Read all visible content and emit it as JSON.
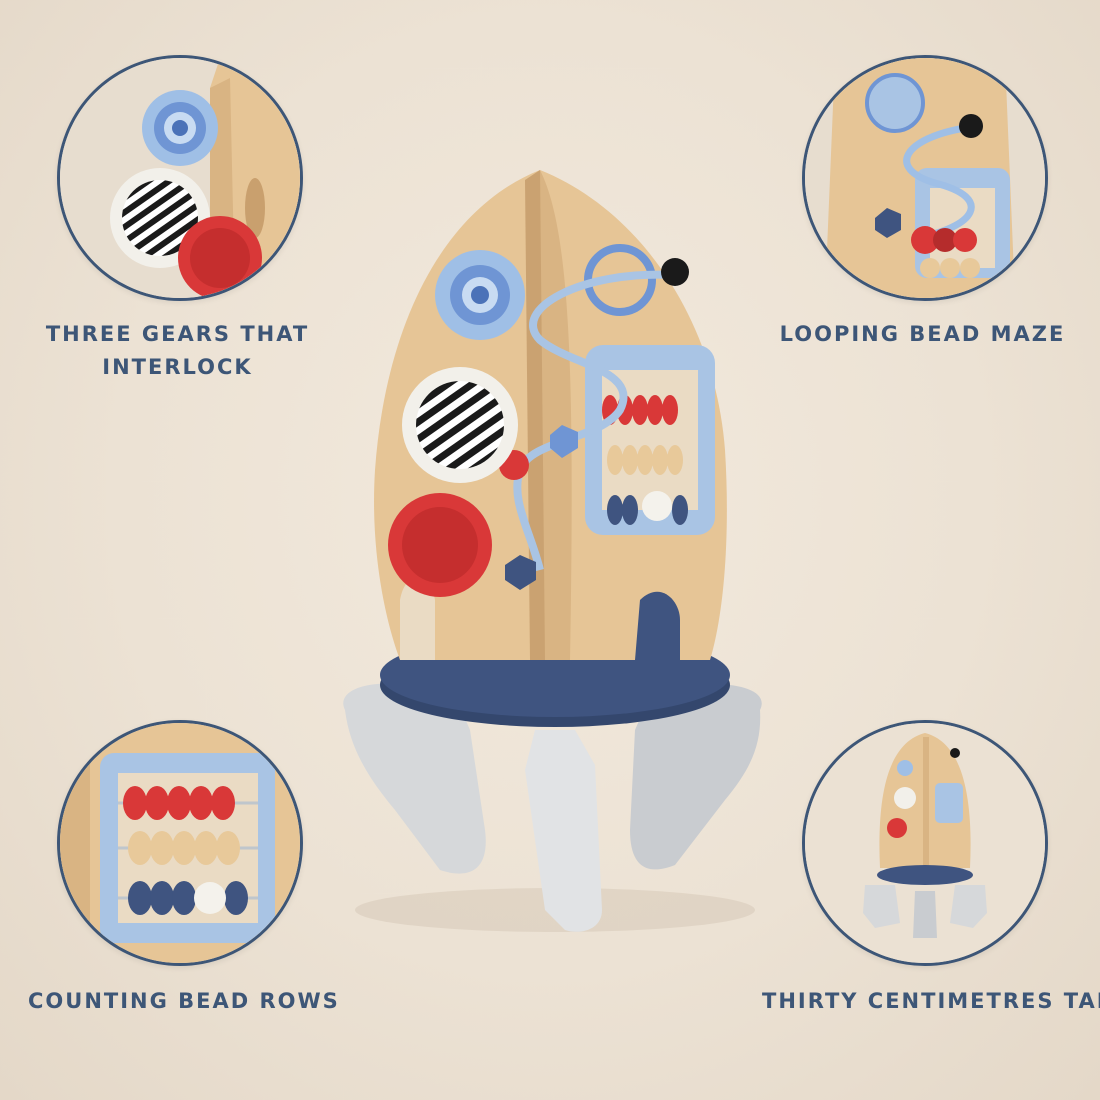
{
  "features": {
    "gears": {
      "line1": "THREE GEARS THAT",
      "line2": "INTERLOCK"
    },
    "maze": {
      "label": "LOOPING BEAD MAZE"
    },
    "abacus": {
      "label": "COUNTING BEAD ROWS"
    },
    "height": {
      "label": "THIRTY CENTIMETRES TALL"
    }
  },
  "colors": {
    "accent": "#3d5677",
    "navy": "#3f5480",
    "wood": "#e8c99a",
    "light_blue": "#a9c4e4",
    "red": "#d93838",
    "grey": "#d6d8da"
  }
}
